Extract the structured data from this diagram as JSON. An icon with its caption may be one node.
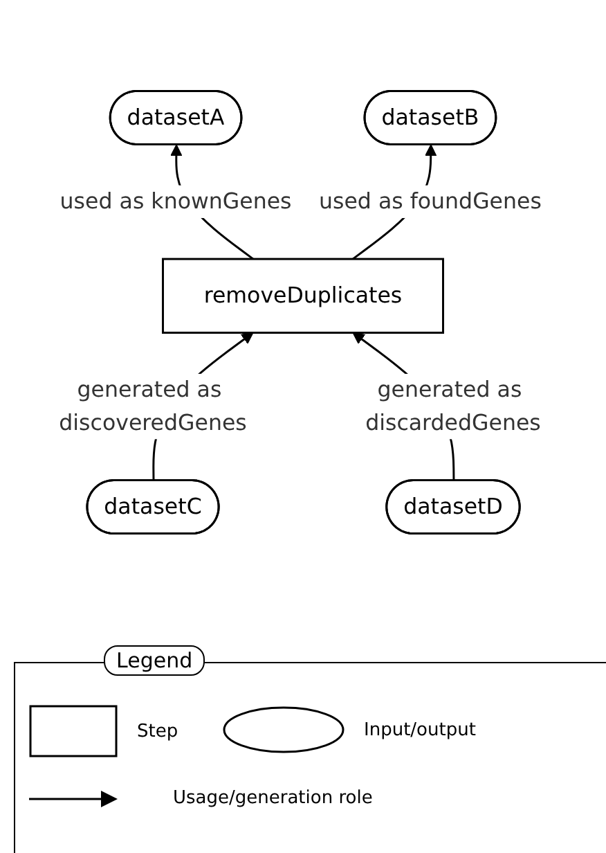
{
  "diagram": {
    "nodes": [
      {
        "text": [
          "datasetA"
        ]
      },
      {
        "text": [
          "datasetB"
        ]
      },
      {
        "text": [
          "removeDuplicates"
        ]
      },
      {
        "text": [
          "datasetC"
        ]
      },
      {
        "text": [
          "datasetD"
        ]
      }
    ],
    "edges": [
      {
        "from": 2,
        "to": 0,
        "arrow": "to",
        "label": "used as knownGenes"
      },
      {
        "from": 2,
        "to": 1,
        "arrow": "to",
        "label": "used as foundGenes"
      },
      {
        "from": 3,
        "to": 2,
        "arrow": "to",
        "label": "generated as discoveredGenes"
      },
      {
        "from": 4,
        "to": 2,
        "arrow": "to",
        "label": "generated as discardedGenes"
      }
    ],
    "labels": [
      "Legend"
    ],
    "legend": [
      {
        "text": "Step"
      },
      {
        "text": "Input/output"
      },
      {
        "text": "Usage/generation role"
      }
    ]
  }
}
